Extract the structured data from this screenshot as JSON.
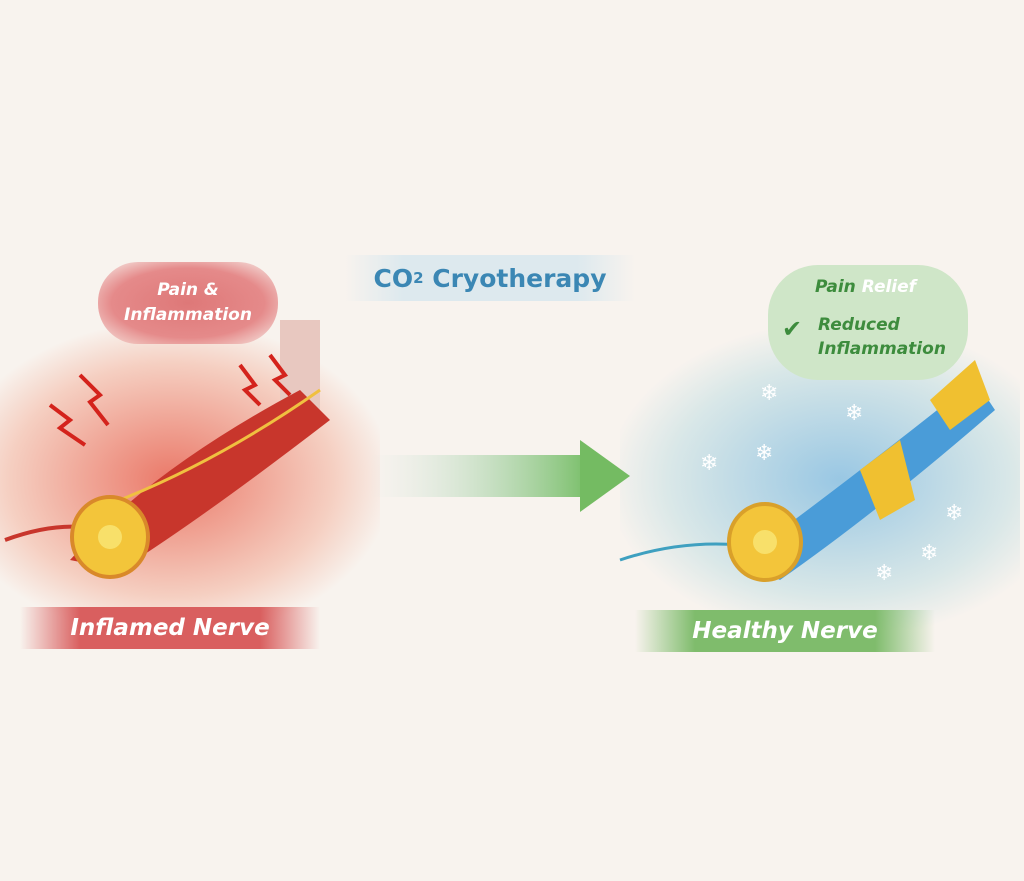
{
  "title": {
    "prefix": "CO",
    "sub": "2",
    "rest": " Cryotherapy"
  },
  "left_badge": {
    "line1": "Pain &",
    "line2": "Inflammation"
  },
  "right_badge": {
    "line1a": "Pain ",
    "line1b": "Relief",
    "line2": "Reduced",
    "line3": "Inflammation"
  },
  "left_label": "Inflamed Nerve",
  "right_label": "Healthy Nerve",
  "colors": {
    "red": "#d95f5f",
    "green": "#7fbc6c",
    "blue": "#3b87b4"
  }
}
